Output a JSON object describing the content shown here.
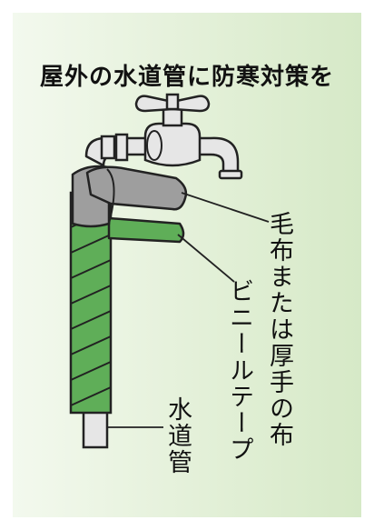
{
  "title": "屋外の水道管に防寒対策を",
  "labels": {
    "cloth": "毛布または厚手の布",
    "tape": "ビニールテープ",
    "pipe": "水道管"
  },
  "colors": {
    "background_gradient_start": "#f3f9ee",
    "background_gradient_end": "#d6e9c7",
    "pipe_metal": "#e6e6e6",
    "cloth_gray": "#9e9e9e",
    "tape_green": "#5fae58",
    "outline": "#222222"
  },
  "icons": [
    "faucet-icon",
    "pipe-icon"
  ]
}
